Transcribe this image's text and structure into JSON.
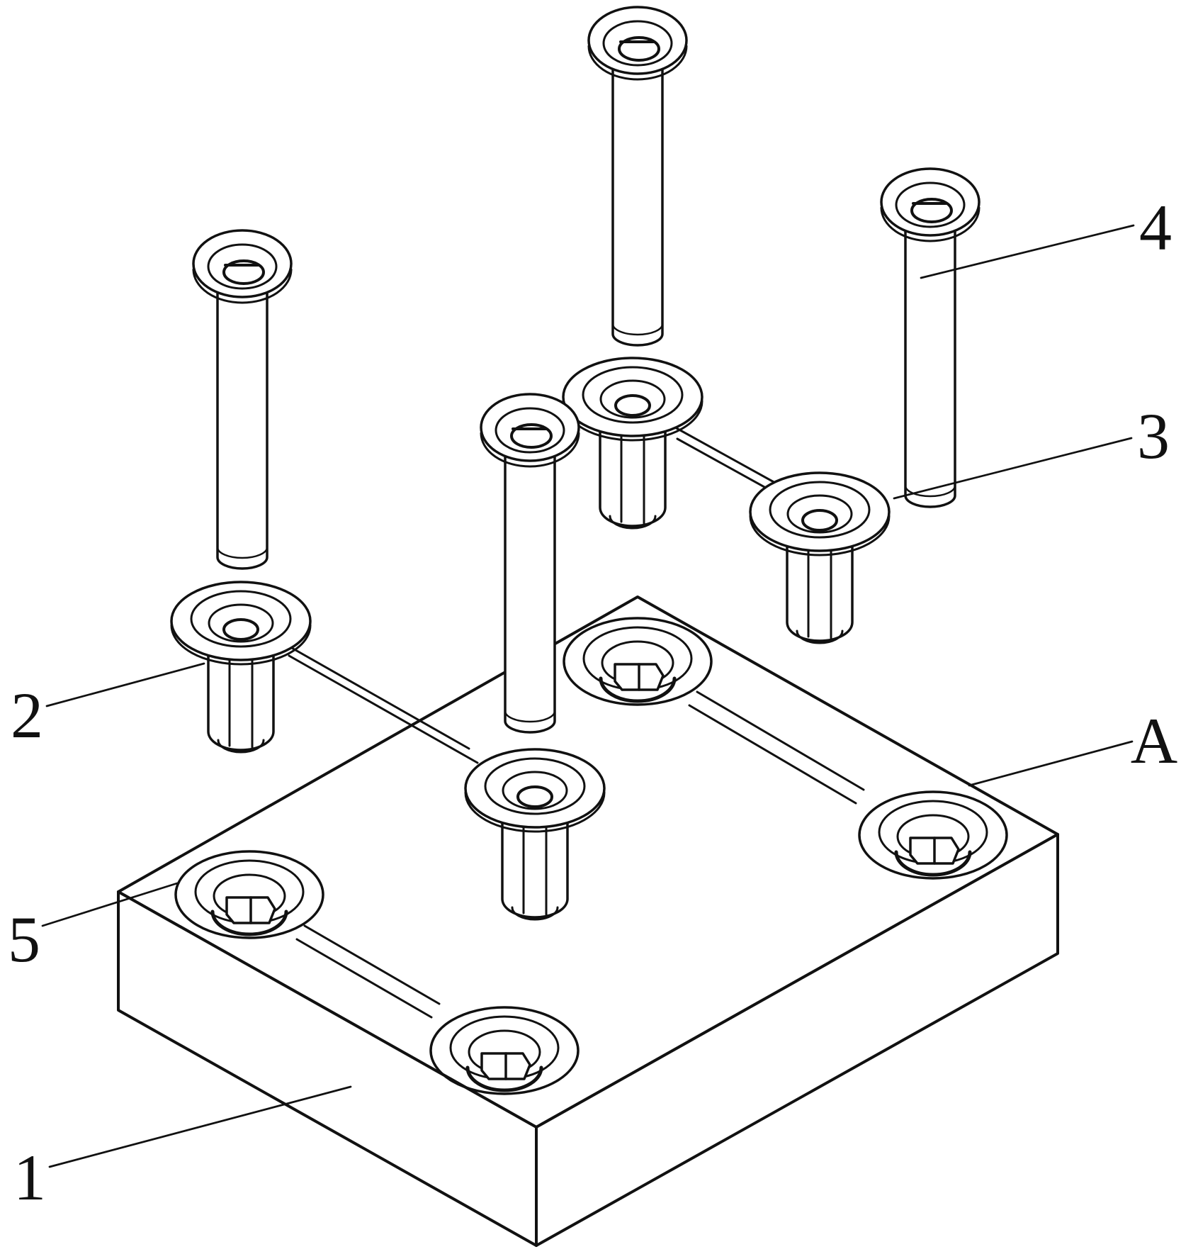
{
  "drawing": {
    "background": "#ffffff",
    "line_color": "#111111",
    "callouts": {
      "c1": "1",
      "c2": "2",
      "c3": "3",
      "c4": "4",
      "c5": "5",
      "cA": "A"
    }
  }
}
